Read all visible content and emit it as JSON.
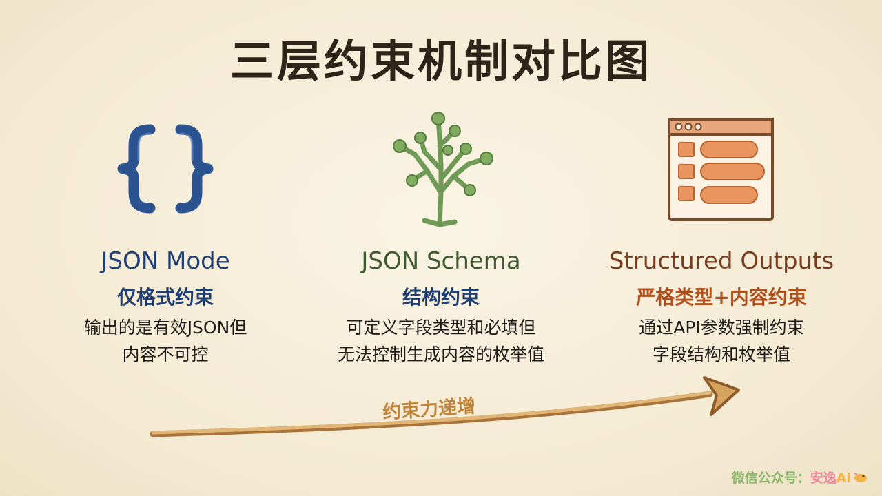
{
  "title": "三层约束机制对比图",
  "columns": [
    {
      "icon": "curly-braces-icon",
      "heading": "JSON Mode",
      "subtitle": "仅格式约束",
      "desc_line1": "输出的是有效JSON但",
      "desc_line2": "内容不可控"
    },
    {
      "icon": "tree-icon",
      "heading": "JSON Schema",
      "subtitle": "结构约束",
      "desc_line1": "可定义字段类型和必填但",
      "desc_line2": "无法控制生成内容的枚举值"
    },
    {
      "icon": "structured-form-window-icon",
      "heading": "Structured Outputs",
      "subtitle": "严格类型+内容约束",
      "desc_line1": "通过API参数强制约束",
      "desc_line2": "字段结构和枚举值"
    }
  ],
  "arrow": {
    "label": "约束力递增"
  },
  "watermark": {
    "part1": "微信公众号：",
    "part2": "安逸",
    "part3": "Ai"
  },
  "colors": {
    "background": "#f6eedb",
    "blue": "#1f3f73",
    "green": "#3f5a2f",
    "brown": "#7a3e1f",
    "orange": "#b0501e",
    "arrow": "#d4a45f"
  }
}
